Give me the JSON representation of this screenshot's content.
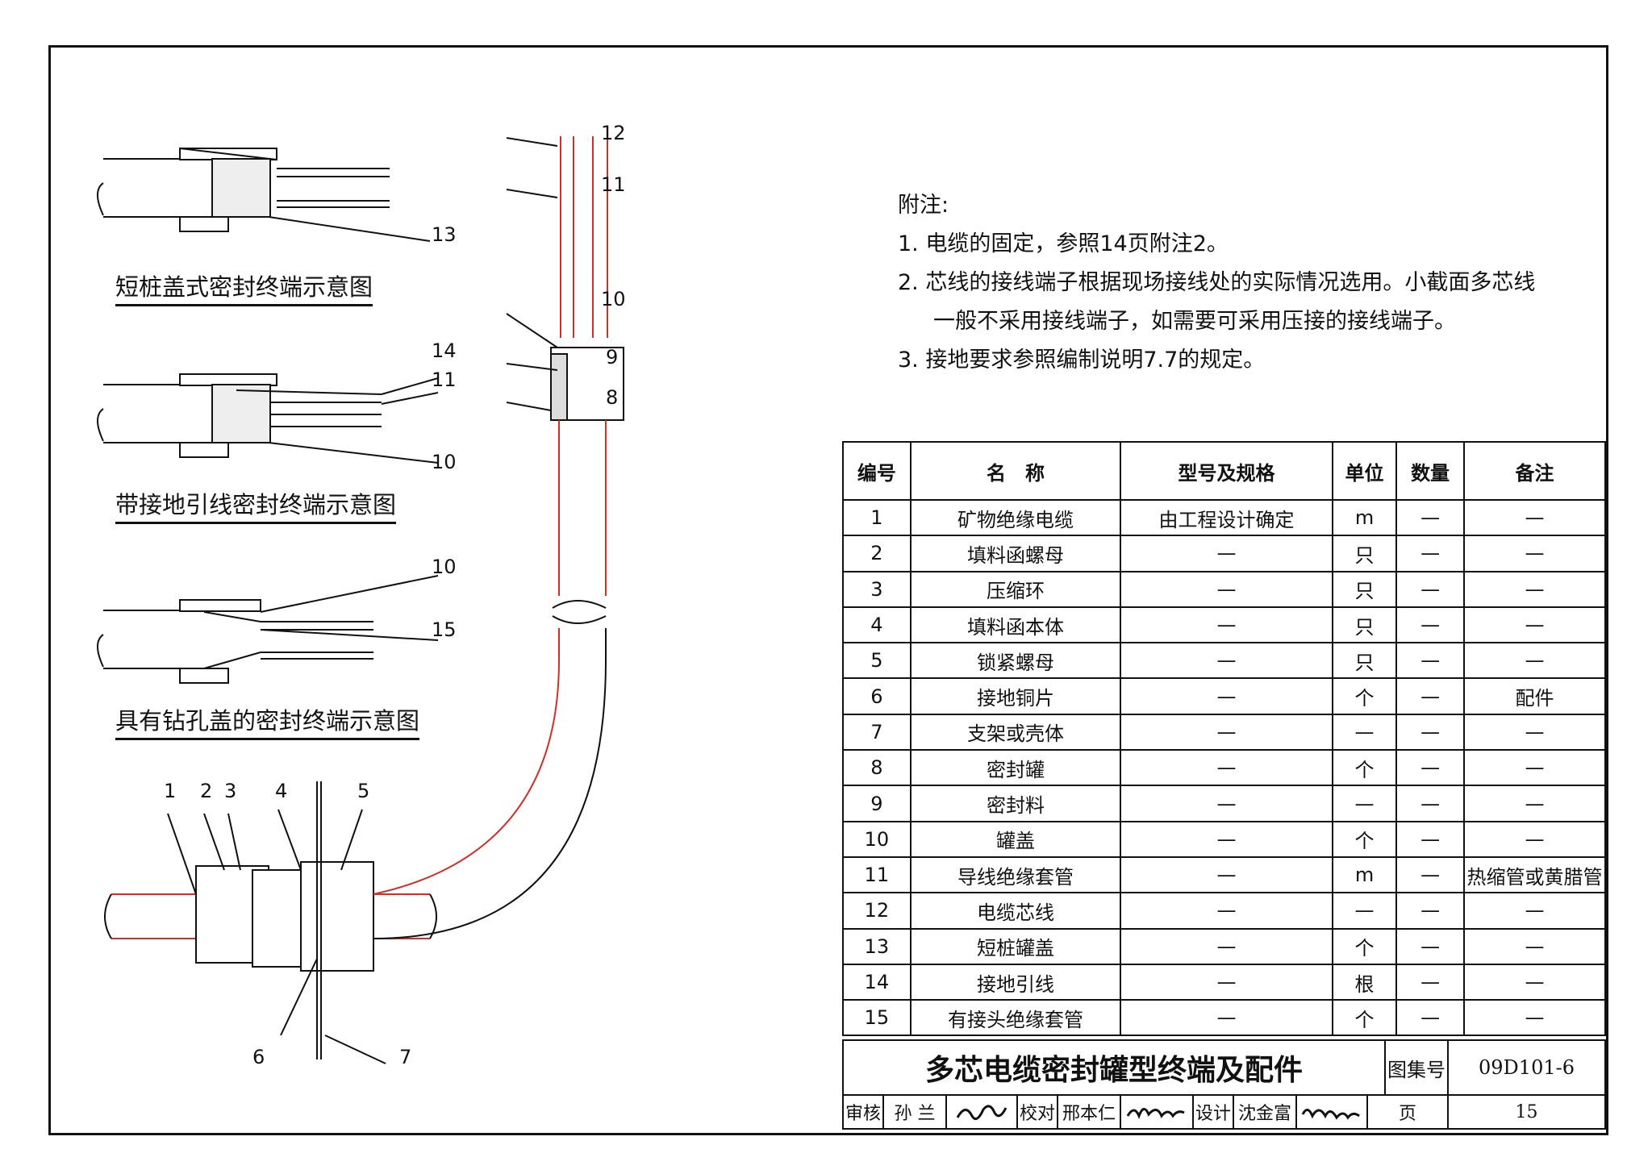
{
  "notes": {
    "heading": "附注:",
    "items": [
      "1. 电缆的固定，参照14页附注2。",
      "2. 芯线的接线端子根据现场接线处的实际情况选用。小截面多芯线",
      "一般不采用接线端子，如需要可采用压接的接线端子。",
      "3. 接地要求参照编制说明7.7的规定。"
    ]
  },
  "captions": {
    "top": "短桩盖式密封终端示意图",
    "middle": "带接地引线密封终端示意图",
    "bottom": "具有钻孔盖的密封终端示意图"
  },
  "callouts": {
    "c13": "13",
    "c14": "14",
    "c11a": "11",
    "c10a": "10",
    "c10b": "10",
    "c15": "15",
    "c1": "1",
    "c2": "2",
    "c3": "3",
    "c4": "4",
    "c5": "5",
    "c6": "6",
    "c7": "7",
    "c12": "12",
    "c11b": "11",
    "c10c": "10",
    "c9": "9",
    "c8": "8"
  },
  "table": {
    "headers": [
      "编号",
      "名　称",
      "型号及规格",
      "单位",
      "数量",
      "备注"
    ],
    "rows": [
      [
        "1",
        "矿物绝缘电缆",
        "由工程设计确定",
        "m",
        "—",
        "—"
      ],
      [
        "2",
        "填料函螺母",
        "—",
        "只",
        "—",
        "—"
      ],
      [
        "3",
        "压缩环",
        "—",
        "只",
        "—",
        "—"
      ],
      [
        "4",
        "填料函本体",
        "—",
        "只",
        "—",
        "—"
      ],
      [
        "5",
        "锁紧螺母",
        "—",
        "只",
        "—",
        "—"
      ],
      [
        "6",
        "接地铜片",
        "—",
        "个",
        "—",
        "配件"
      ],
      [
        "7",
        "支架或壳体",
        "—",
        "—",
        "—",
        "—"
      ],
      [
        "8",
        "密封罐",
        "—",
        "个",
        "—",
        "—"
      ],
      [
        "9",
        "密封料",
        "—",
        "—",
        "—",
        "—"
      ],
      [
        "10",
        "罐盖",
        "—",
        "个",
        "—",
        "—"
      ],
      [
        "11",
        "导线绝缘套管",
        "—",
        "m",
        "—",
        "热缩管或黄腊管"
      ],
      [
        "12",
        "电缆芯线",
        "—",
        "—",
        "—",
        "—"
      ],
      [
        "13",
        "短桩罐盖",
        "—",
        "个",
        "—",
        "—"
      ],
      [
        "14",
        "接地引线",
        "—",
        "根",
        "—",
        "—"
      ],
      [
        "15",
        "有接头绝缘套管",
        "—",
        "个",
        "—",
        "—"
      ]
    ]
  },
  "titleblock": {
    "title": "多芯电缆密封罐型终端及配件",
    "atlas_label": "图集号",
    "atlas_no": "09D101-6",
    "review_label": "审核",
    "reviewer": "孙 兰",
    "check_label": "校对",
    "checker": "邢本仁",
    "design_label": "设计",
    "designer": "沈金富",
    "page_label": "页",
    "page_no": "15"
  },
  "colors": {
    "line": "#111111",
    "core": "#d0302a"
  }
}
